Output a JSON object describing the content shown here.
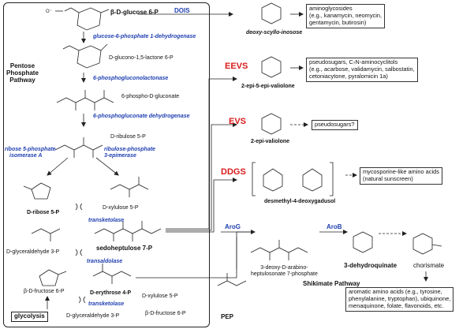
{
  "pathway": {
    "title_lines": [
      "Pentose",
      "Phosphate",
      "Pathway"
    ],
    "glucose6p": "β-D-glucose 6-P",
    "enzyme_g6pdh": "glucose-6-phosphate 1-dehydrogenase",
    "gluconolactone": "D-glucono-1,5-lactone 6-P",
    "enzyme_pgl": "6-phosphogluconolactonase",
    "phosphogluconate": "6-phospho-D-gluconate",
    "enzyme_pgd": "6-phosphogluconate dehydrogenase",
    "ribulose5p": "D-ribulose 5-P",
    "enzyme_rpi_lines": [
      "ribose 5-phosphate",
      "isomerase A"
    ],
    "enzyme_rpe_lines": [
      "ribulose-phosphate",
      "3-epimerase"
    ],
    "ribose5p": "D-ribose 5-P",
    "xylulose5p": "D-xylulose 5-P",
    "enzyme_tkt1": "transketolase",
    "glyceraldehyde3p": "D-glyceraldehyde 3-P",
    "sedoheptulose7p": "sedoheptulose 7-P",
    "enzyme_tal": "transaldolase",
    "fructose6p": "β-D-fructose 6-P",
    "erythrose4p": "D-erythrose 4-P",
    "xylulose5p_2": "D-xylulose 5-P",
    "enzyme_tkt2": "transketolase",
    "glycolysis": "glycolysis",
    "glyceraldehyde3p_2": "D-glyceraldehyde 3-P",
    "fructose6p_2": "β-D-fructose 6-P"
  },
  "branches": {
    "dois": {
      "enzyme": "DOIS",
      "product": "deoxy-scyllo-inosose",
      "box_lines": [
        "aminoglycosides",
        "(e.g., kanamycin, neomycin,",
        "gentamycin, butirosin)"
      ]
    },
    "eevs": {
      "enzyme": "EEVS",
      "product": "2-epi-5-epi-valiolone",
      "box_lines": [
        "pseudosugars, C₇N-aminocyclitols",
        "(e.g., acarbose, validamycin, salbostatin,",
        "cetoniacytone, pyralomicin 1a)"
      ]
    },
    "evs": {
      "enzyme": "EVS",
      "product": "2-epi-valiolone",
      "box_lines": [
        "pseudosugars?"
      ]
    },
    "ddgs": {
      "enzyme": "DDGS",
      "product": "desmethyl-4-deoxygadusol",
      "box_lines": [
        "mycosporine-like amino acids",
        "(natural sunscreen)"
      ]
    },
    "shikimate": {
      "enzyme_arog": "AroG",
      "dahp_lines": [
        "3-deoxy-D-arabino-",
        "heptulosonate 7-phosphate"
      ],
      "enzyme_arob": "AroB",
      "dhq": "3-dehydroquinate",
      "chorismate": "chorismate",
      "title": "Shikimate Pathway",
      "pep": "PEP",
      "box_lines": [
        "aromatic amino acids (e.g., tyrosine,",
        "phenylalanine, tryptophan), ubiquinone,",
        "menaquinone, folate, flavonoids, etc."
      ]
    }
  },
  "colors": {
    "enzyme_blue": "#1f3fb0",
    "branch_red": "#d81b1b"
  }
}
